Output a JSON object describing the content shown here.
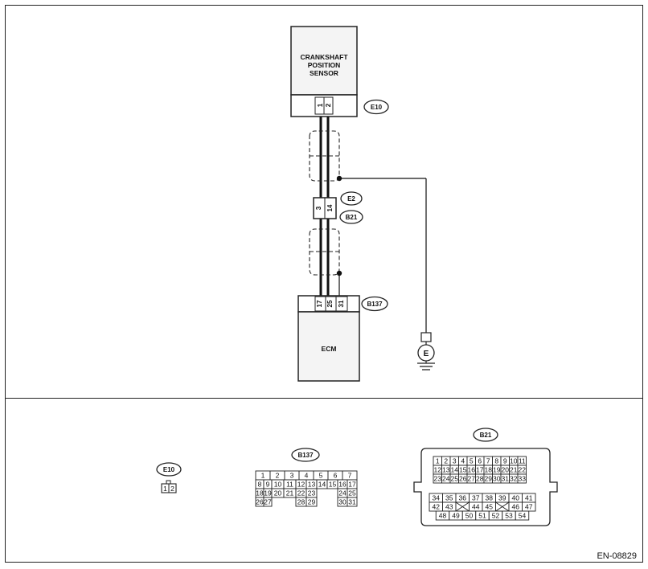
{
  "sensor": {
    "name_lines": [
      "CRANKSHAFT",
      "POSITION",
      "SENSOR"
    ],
    "pins": [
      "1",
      "2"
    ],
    "connector": "E10"
  },
  "joint": {
    "pins": [
      "3",
      "14"
    ],
    "connector_top": "E2",
    "connector_bottom": "B21"
  },
  "ecm": {
    "name": "ECM",
    "pins": [
      "17",
      "25",
      "31"
    ],
    "connector": "B137"
  },
  "ground": {
    "symbol": "E"
  },
  "connectors": {
    "e10": {
      "label": "E10",
      "cells": [
        "1",
        "2"
      ]
    },
    "b137": {
      "label": "B137",
      "rows": [
        [
          "1",
          "2",
          "3",
          "4",
          "5",
          "6",
          "7"
        ],
        [
          "8",
          "9",
          "10",
          "11",
          "12",
          "13",
          "14",
          "15",
          "16",
          "17"
        ],
        [
          "18",
          "19",
          "20",
          "21",
          "22",
          "23",
          "24",
          "25"
        ],
        [
          "26",
          "27",
          "28",
          "29",
          "30",
          "31"
        ]
      ]
    },
    "b21": {
      "label": "B21",
      "rows": [
        [
          "1",
          "2",
          "3",
          "4",
          "5",
          "6",
          "7",
          "8",
          "9",
          "10",
          "11"
        ],
        [
          "12",
          "13",
          "14",
          "15",
          "16",
          "17",
          "18",
          "19",
          "20",
          "21",
          "22"
        ],
        [
          "23",
          "24",
          "25",
          "26",
          "27",
          "28",
          "29",
          "30",
          "31",
          "32",
          "33"
        ],
        [
          "34",
          "35",
          "36",
          "37",
          "38",
          "39",
          "40",
          "41"
        ],
        [
          "42",
          "43",
          "44",
          "45",
          "46",
          "47"
        ],
        [
          "48",
          "49",
          "50",
          "51",
          "52",
          "53",
          "54"
        ]
      ]
    }
  },
  "doc_ref": "EN-08829"
}
